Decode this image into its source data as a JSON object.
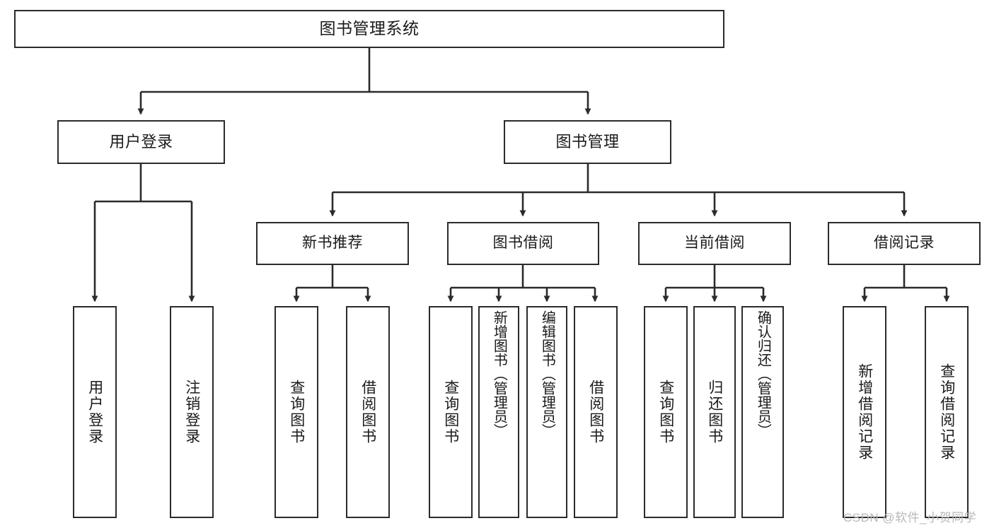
{
  "diagram": {
    "title": "图书管理系统",
    "type": "hierarchy-tree",
    "orientation": "top-down",
    "colors": {
      "box_border": "#2b2b2b",
      "box_fill": "#ffffff",
      "connector": "#2b2b2b",
      "text": "#1a1a1a",
      "watermark": "#b9b9b9",
      "background": "#ffffff"
    },
    "watermark": "CSDN @软件_小贺同学",
    "nodes": {
      "root": {
        "label": "图书管理系统"
      },
      "level2": [
        {
          "label": "用户登录"
        },
        {
          "label": "图书管理"
        }
      ],
      "level3": [
        {
          "label": "新书推荐"
        },
        {
          "label": "图书借阅"
        },
        {
          "label": "当前借阅"
        },
        {
          "label": "借阅记录"
        }
      ],
      "leaves": [
        {
          "label": "用户登录"
        },
        {
          "label": "注销登录"
        },
        {
          "label": "查询图书"
        },
        {
          "label": "借阅图书"
        },
        {
          "label": "查询图书"
        },
        {
          "label": "新增图书（管理员）"
        },
        {
          "label": "编辑图书（管理员）"
        },
        {
          "label": "借阅图书"
        },
        {
          "label": "查询图书"
        },
        {
          "label": "归还图书"
        },
        {
          "label": "确认归还（管理员）"
        },
        {
          "label": "新增借阅记录"
        },
        {
          "label": "查询借阅记录"
        }
      ]
    },
    "edges": [
      {
        "from": "图书管理系统",
        "to": "用户登录"
      },
      {
        "from": "图书管理系统",
        "to": "图书管理"
      },
      {
        "from": "用户登录",
        "to": "用户登录"
      },
      {
        "from": "用户登录",
        "to": "注销登录"
      },
      {
        "from": "图书管理",
        "to": "新书推荐"
      },
      {
        "from": "图书管理",
        "to": "图书借阅"
      },
      {
        "from": "图书管理",
        "to": "当前借阅"
      },
      {
        "from": "图书管理",
        "to": "借阅记录"
      },
      {
        "from": "新书推荐",
        "to": "查询图书"
      },
      {
        "from": "新书推荐",
        "to": "借阅图书"
      },
      {
        "from": "图书借阅",
        "to": "查询图书"
      },
      {
        "from": "图书借阅",
        "to": "新增图书（管理员）"
      },
      {
        "from": "图书借阅",
        "to": "编辑图书（管理员）"
      },
      {
        "from": "图书借阅",
        "to": "借阅图书"
      },
      {
        "from": "当前借阅",
        "to": "查询图书"
      },
      {
        "from": "当前借阅",
        "to": "归还图书"
      },
      {
        "from": "当前借阅",
        "to": "确认归还（管理员）"
      },
      {
        "from": "借阅记录",
        "to": "新增借阅记录"
      },
      {
        "from": "借阅记录",
        "to": "查询借阅记录"
      }
    ]
  }
}
